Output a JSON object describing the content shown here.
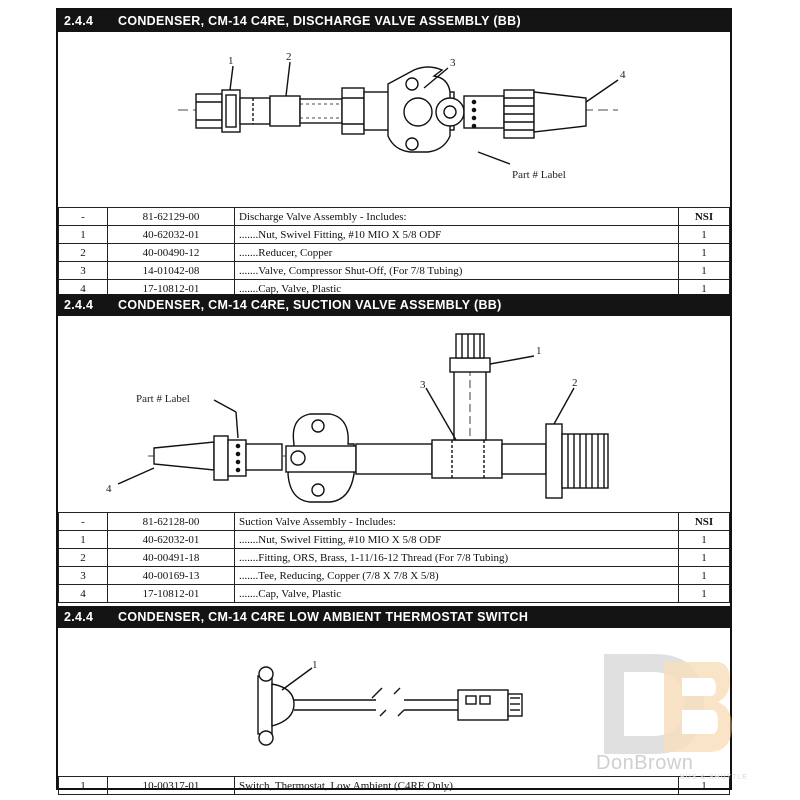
{
  "sections": [
    {
      "number": "2.4.4",
      "title": "CONDENSER, CM-14  C4RE, DISCHARGE  VALVE ASSEMBLY (BB)",
      "callouts": [
        "1",
        "2",
        "3",
        "4"
      ],
      "part_label": "Part # Label",
      "rows": [
        {
          "item": "-",
          "part": "81-62129-00",
          "desc": "Discharge Valve Assembly - Includes:",
          "qty": "NSI"
        },
        {
          "item": "1",
          "part": "40-62032-01",
          "desc": ".......Nut, Swivel Fitting, #10 MIO X 5/8 ODF",
          "qty": "1"
        },
        {
          "item": "2",
          "part": "40-00490-12",
          "desc": ".......Reducer, Copper",
          "qty": "1"
        },
        {
          "item": "3",
          "part": "14-01042-08",
          "desc": ".......Valve, Compressor Shut-Off, (For 7/8 Tubing)",
          "qty": "1"
        },
        {
          "item": "4",
          "part": "17-10812-01",
          "desc": ".......Cap, Valve, Plastic",
          "qty": "1"
        }
      ]
    },
    {
      "number": "2.4.4",
      "title": "CONDENSER, CM-14  C4RE, SUCTION  VALVE  ASSEMBLY (BB)",
      "callouts": [
        "1",
        "2",
        "3",
        "4"
      ],
      "part_label": "Part # Label",
      "rows": [
        {
          "item": "-",
          "part": "81-62128-00",
          "desc": "Suction Valve Assembly - Includes:",
          "qty": "NSI"
        },
        {
          "item": "1",
          "part": "40-62032-01",
          "desc": ".......Nut, Swivel Fitting, #10 MIO X 5/8 ODF",
          "qty": "1"
        },
        {
          "item": "2",
          "part": "40-00491-18",
          "desc": ".......Fitting,  ORS, Brass, 1-11/16-12 Thread (For 7/8 Tubing)",
          "qty": "1"
        },
        {
          "item": "3",
          "part": "40-00169-13",
          "desc": ".......Tee, Reducing, Copper (7/8 X 7/8 X 5/8)",
          "qty": "1"
        },
        {
          "item": "4",
          "part": "17-10812-01",
          "desc": ".......Cap, Valve, Plastic",
          "qty": "1"
        }
      ]
    },
    {
      "number": "2.4.4",
      "title": "CONDENSER, CM-14 C4RE LOW AMBIENT THERMOSTAT SWITCH",
      "callouts": [
        "1"
      ],
      "rows": [
        {
          "item": "1",
          "part": "10-00317-01",
          "desc": "Switch, Thermostat, Low Ambient (C4RE Only)",
          "qty": "1"
        }
      ]
    }
  ],
  "watermark": {
    "brand": "DonBrown",
    "sub": "BUS & SHUTTLE"
  }
}
